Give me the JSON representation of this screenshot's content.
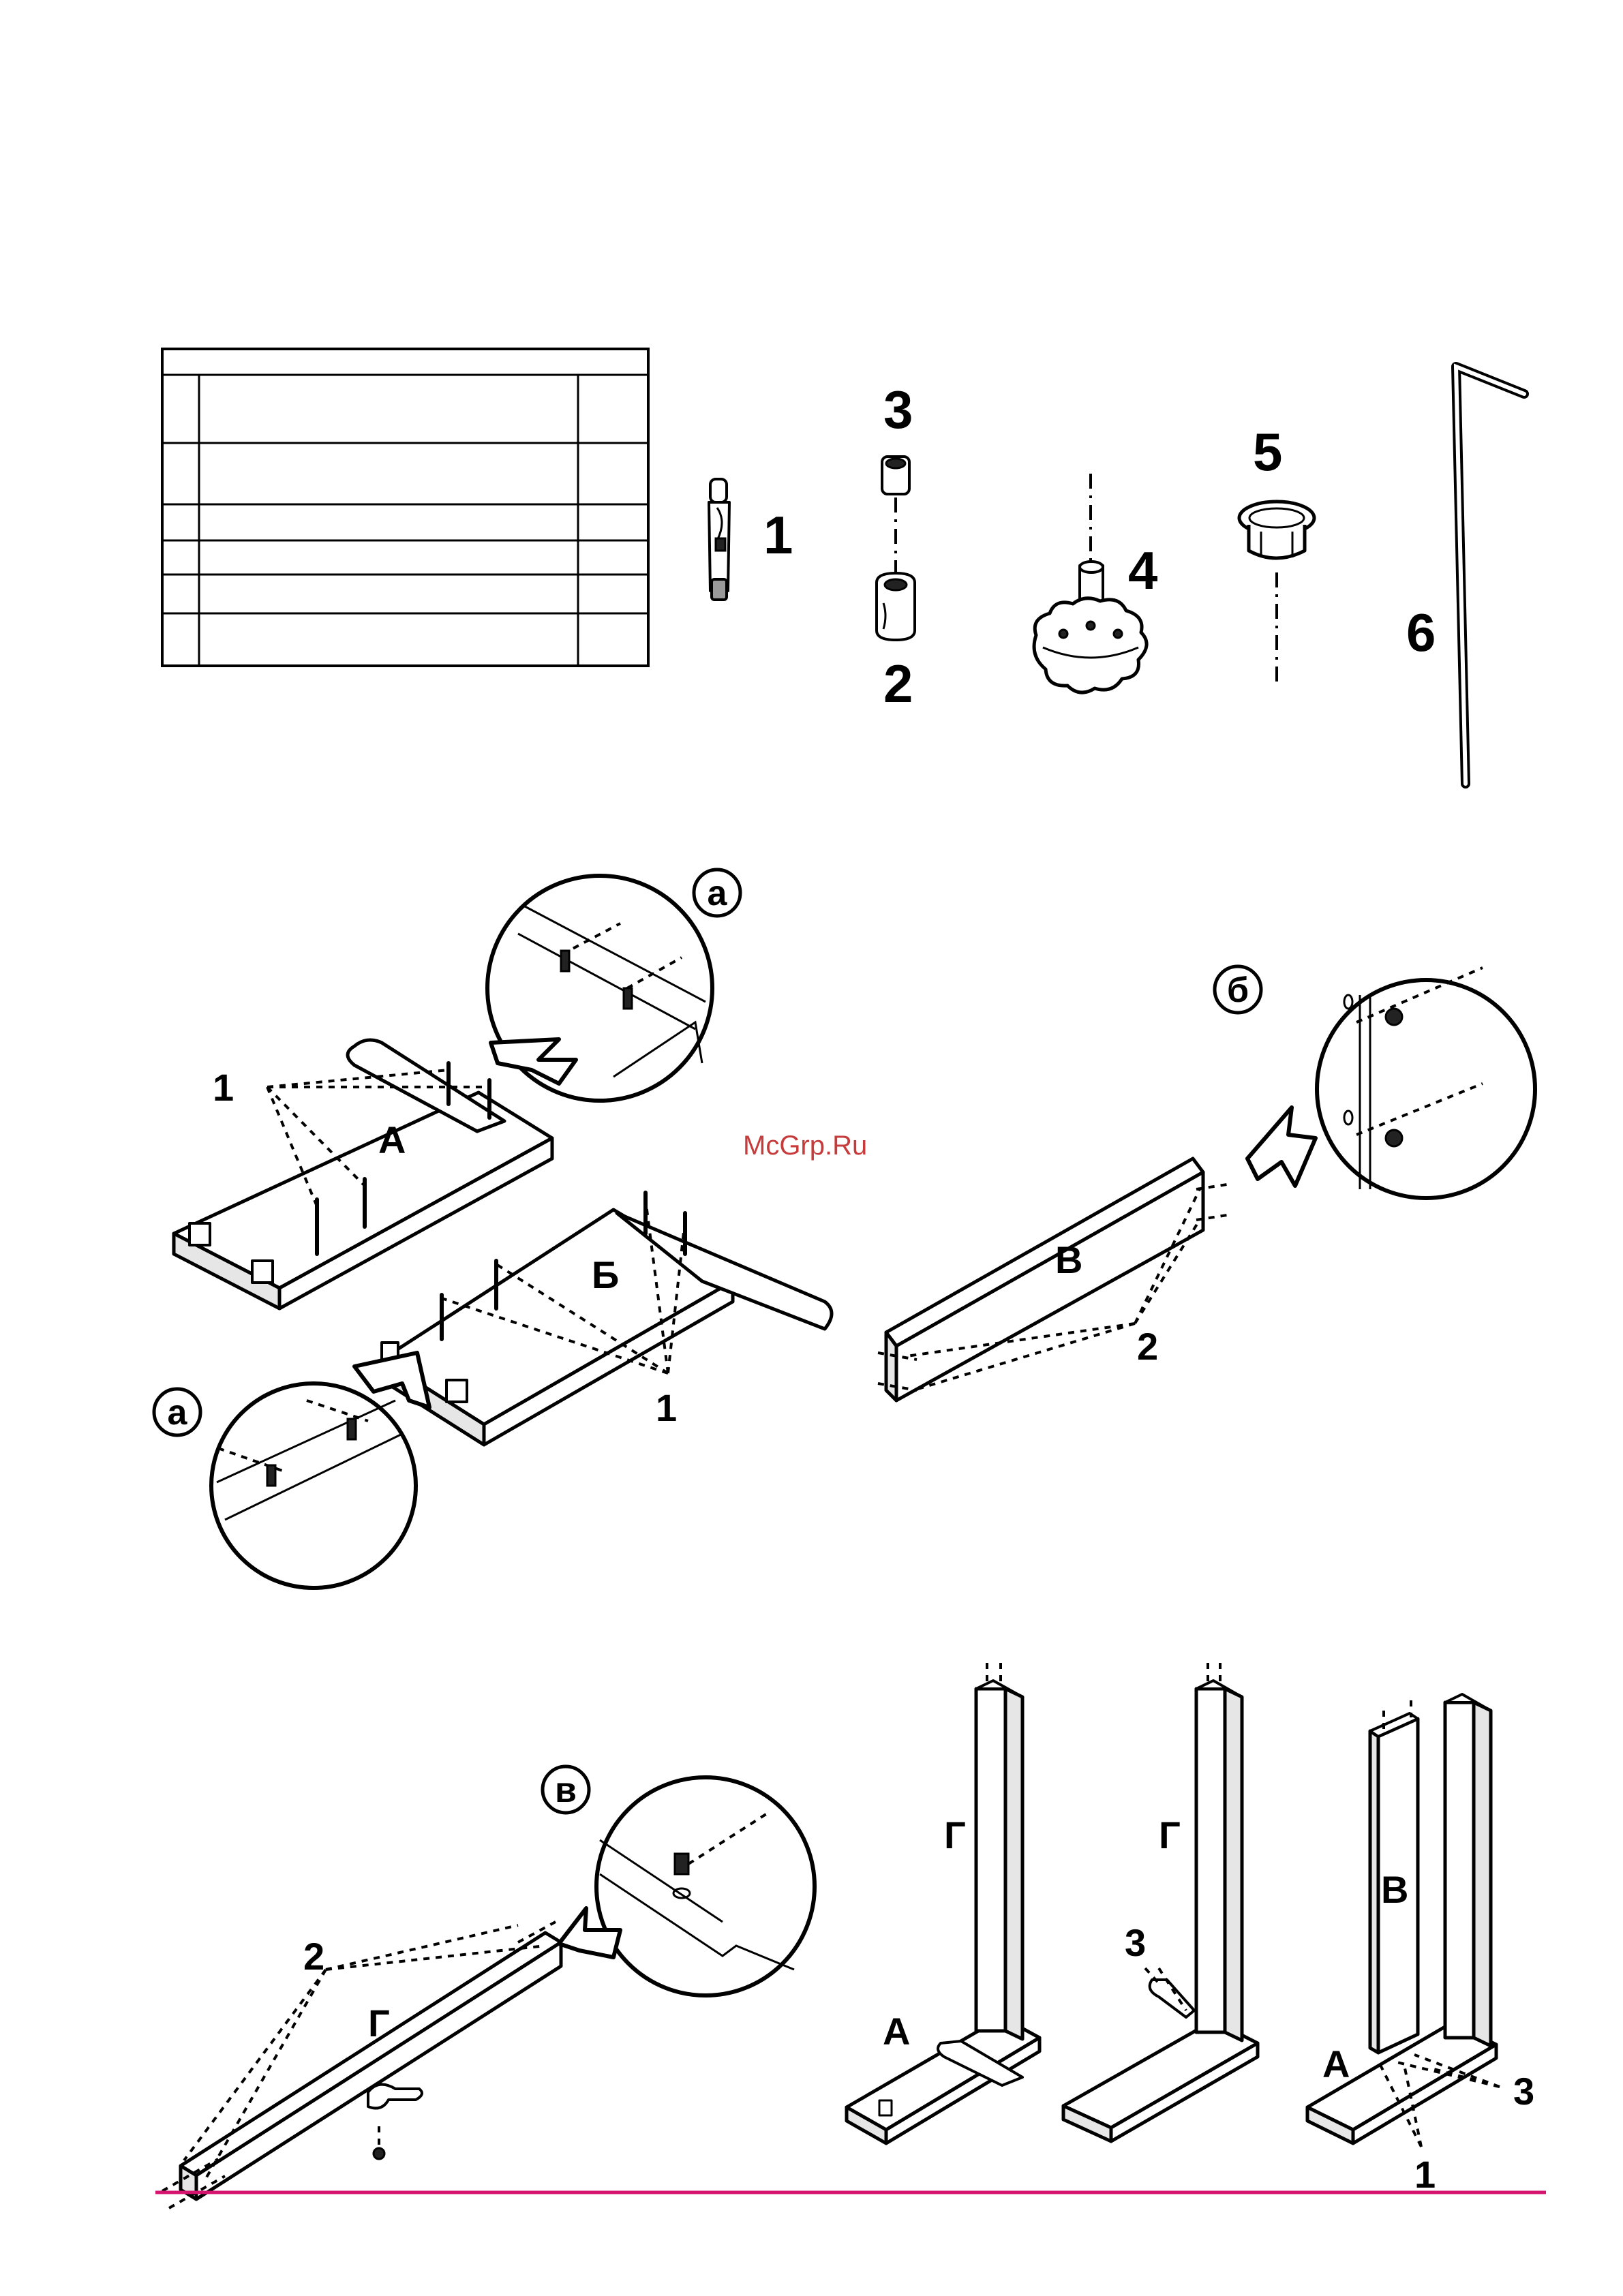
{
  "parts_table": {
    "header": "",
    "rows": [
      {
        "num": "",
        "name": "",
        "qty": ""
      },
      {
        "num": "",
        "name": "",
        "qty": ""
      },
      {
        "num": "",
        "name": "",
        "qty": ""
      },
      {
        "num": "",
        "name": "",
        "qty": ""
      },
      {
        "num": "",
        "name": "",
        "qty": ""
      },
      {
        "num": "",
        "name": "",
        "qty": ""
      }
    ]
  },
  "hardware_labels": {
    "p1": "1",
    "p2": "2",
    "p3": "3",
    "p4": "4",
    "p5": "5",
    "p6": "6"
  },
  "step1": {
    "panel_a": "А",
    "panel_b": "Б",
    "panel_v": "В",
    "detail_a": "а",
    "detail_b": "б",
    "callout_1": "1",
    "callout_2": "2"
  },
  "step2": {
    "panel_g": "Г",
    "detail_v": "в",
    "callout_2": "2",
    "callout_3": "3",
    "callout_1": "1",
    "panel_a": "А",
    "panel_v": "В"
  },
  "watermark": "McGrp.Ru",
  "colors": {
    "footer_line": "#d4146e",
    "watermark": "#c63b3b"
  }
}
